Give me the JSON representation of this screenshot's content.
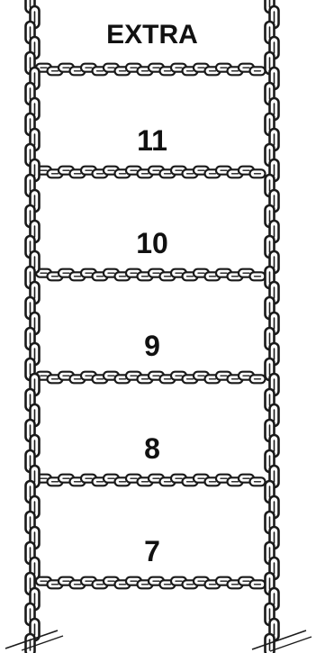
{
  "ladder": {
    "rungs": [
      {
        "label": "EXTRA"
      },
      {
        "label": "11"
      },
      {
        "label": "10"
      },
      {
        "label": "9"
      },
      {
        "label": "8"
      },
      {
        "label": "7"
      }
    ]
  },
  "colors": {
    "chain": "#1a1a1a",
    "background": "#ffffff",
    "text": "#111111"
  }
}
